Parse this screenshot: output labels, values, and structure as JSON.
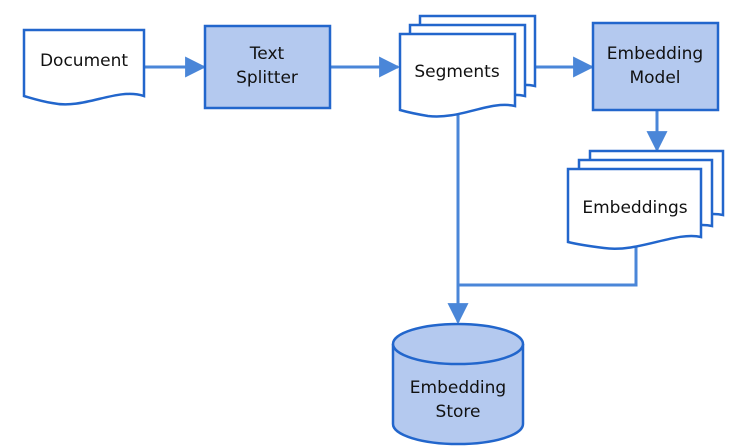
{
  "colors": {
    "stroke": "#2266cc",
    "box_fill": "#b4c9ef",
    "paper_fill": "#ffffff",
    "arrow": "#4a86d8",
    "text": "#111111"
  },
  "nodes": {
    "document": {
      "label": "Document"
    },
    "text_splitter": {
      "line1": "Text",
      "line2": "Splitter"
    },
    "segments": {
      "label": "Segments"
    },
    "embedding_model": {
      "line1": "Embedding",
      "line2": "Model"
    },
    "embeddings": {
      "label": "Embeddings"
    },
    "embedding_store": {
      "line1": "Embedding",
      "line2": "Store"
    }
  }
}
